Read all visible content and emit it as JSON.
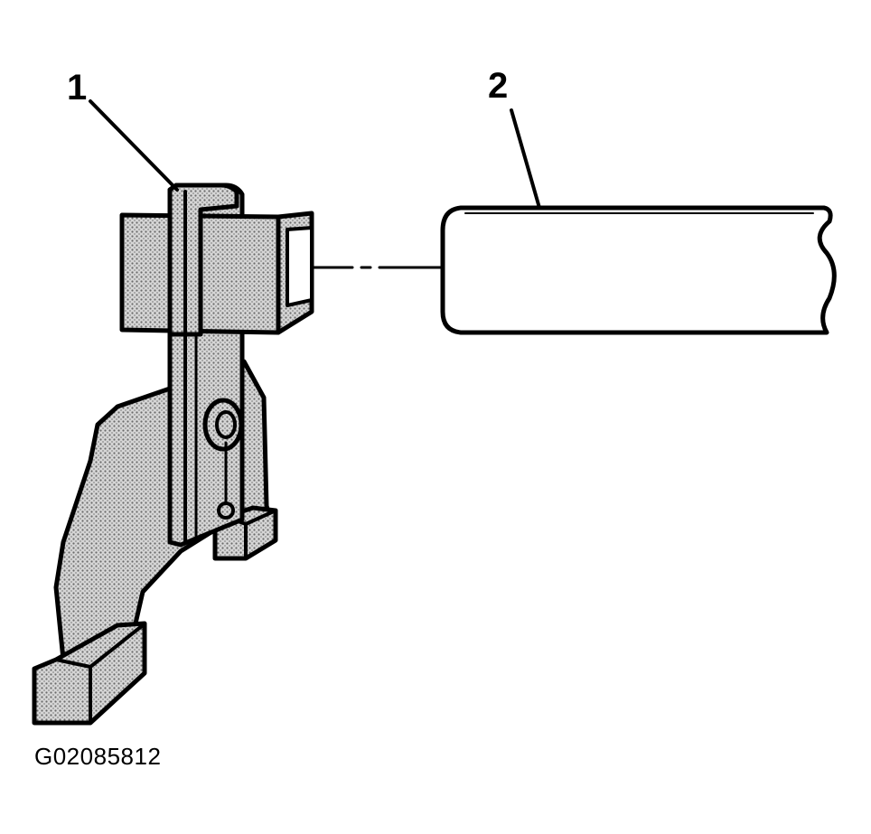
{
  "callouts": {
    "part1": "1",
    "part2": "2"
  },
  "figure_id": "G02085812",
  "colors": {
    "ink": "#000000",
    "paper": "#ffffff",
    "fill": "#bdbdbd"
  }
}
